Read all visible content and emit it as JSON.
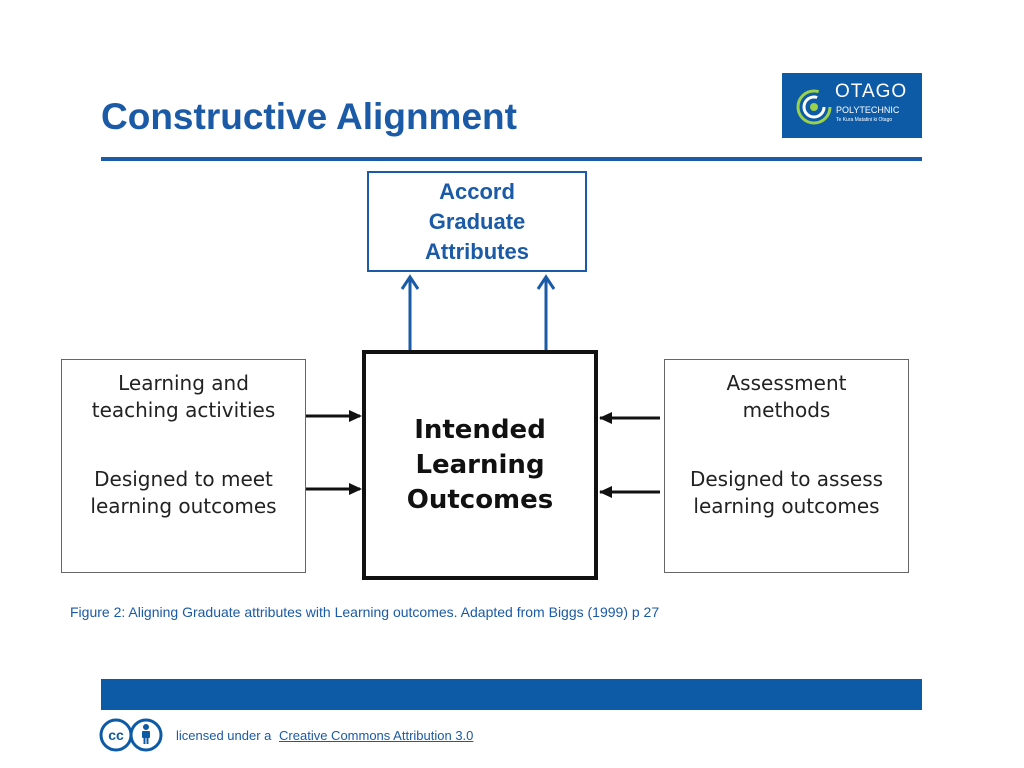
{
  "slide": {
    "title": "Constructive Alignment"
  },
  "logo": {
    "name": "OTAGO",
    "subtitle": "POLYTECHNIC",
    "tagline": "Te Kura Matatini ki Otago"
  },
  "diagram": {
    "top_box": [
      "Accord",
      "Graduate",
      "Attributes"
    ],
    "left_box": {
      "top": [
        "Learning and",
        "teaching activities"
      ],
      "bottom": [
        "Designed to meet",
        "learning outcomes"
      ]
    },
    "center_box": [
      "Intended",
      "Learning",
      "Outcomes"
    ],
    "right_box": {
      "top": [
        "Assessment",
        "methods"
      ],
      "bottom": [
        "Designed to assess",
        "learning outcomes"
      ]
    }
  },
  "caption": "Figure 2: Aligning Graduate attributes with Learning outcomes.  Adapted from Biggs (1999) p 27",
  "footer": {
    "license_text": "licensed under a",
    "license_link": "Creative Commons Attribution 3.0"
  },
  "colors": {
    "brand_blue": "#1a5aa6",
    "dark_blue": "#0d5aa6",
    "box_border": "#111111"
  }
}
